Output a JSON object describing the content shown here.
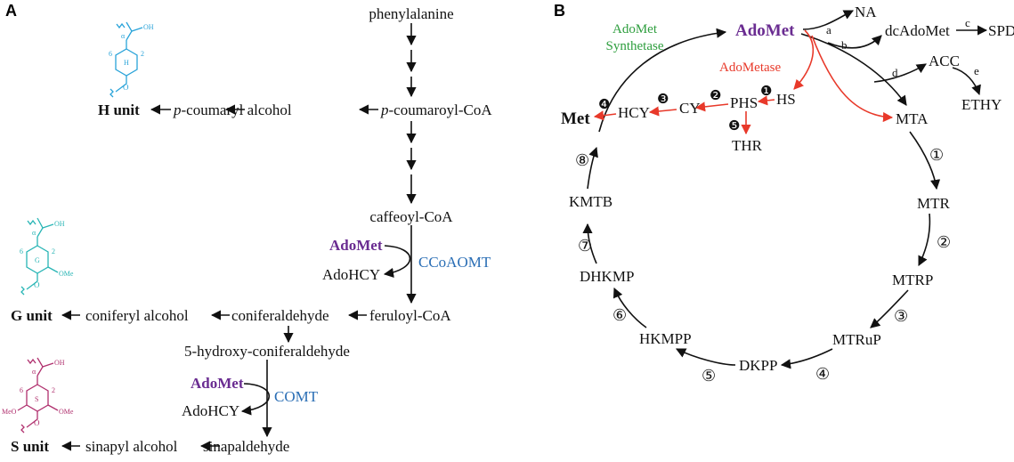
{
  "panels": {
    "a": "A",
    "b": "B"
  },
  "lignin": {
    "phenylalanine": "phenylalanine",
    "coumaroyl_coa_prefix": "p",
    "coumaroyl_coa_rest": "-coumaroyl-CoA",
    "coumaryl_alcohol_prefix": "p",
    "coumaryl_alcohol_rest": "-coumaryl alcohol",
    "h_unit": "H unit",
    "caffeoyl_coa": "caffeoyl-CoA",
    "adomet_1": "AdoMet",
    "adohcy_1": "AdoHCY",
    "ccoaomt": "CCoAOMT",
    "feruloyl_coa": "feruloyl-CoA",
    "coniferaldehyde": "coniferaldehyde",
    "coniferyl_alcohol": "coniferyl alcohol",
    "g_unit": "G unit",
    "hydroxy_coniferaldehyde": "5-hydroxy-coniferaldehyde",
    "adomet_2": "AdoMet",
    "adohcy_2": "AdoHCY",
    "comt": "COMT",
    "sinapaldehyde": "sinapaldehyde",
    "sinapyl_alcohol": "sinapyl alcohol",
    "s_unit": "S unit"
  },
  "structures": {
    "h_ring": "H",
    "g_ring": "G",
    "s_ring": "S",
    "oh": "OH",
    "alpha": "α",
    "pos6": "6",
    "pos2": "2",
    "ome": "OMe",
    "meo": "MeO",
    "colors": {
      "h": "#29a3d9",
      "g": "#28b5b5",
      "s": "#b0306e"
    }
  },
  "cycle": {
    "adomet": "AdoMet",
    "synthetase_line1": "AdoMet",
    "synthetase_line2": "Synthetase",
    "na": "NA",
    "dcadomet": "dcAdoMet",
    "spd": "SPD",
    "acc": "ACC",
    "ethy": "ETHY",
    "step_a": "a",
    "step_b": "b",
    "step_c": "c",
    "step_d": "d",
    "step_e": "e",
    "adometase": "AdoMetase",
    "hs": "HS",
    "phs": "PHS",
    "cy": "CY",
    "hcy": "HCY",
    "met": "Met",
    "thr": "THR",
    "mta": "MTA",
    "mtr": "MTR",
    "mtrp": "MTRP",
    "mtrup": "MTRuP",
    "dkpp": "DKPP",
    "hkmpp": "HKMPP",
    "dhkmp": "DHKMP",
    "kmtb": "KMTB",
    "circled": [
      "①",
      "②",
      "③",
      "④",
      "⑤",
      "⑥",
      "⑦",
      "⑧"
    ],
    "filled": [
      "❶",
      "❷",
      "❸",
      "❹",
      "❺"
    ],
    "colors": {
      "adomet": "#6a2c91",
      "synthetase": "#2e9e3e",
      "adometase": "#e8392a",
      "enzyme": "#2a6eb5"
    }
  }
}
